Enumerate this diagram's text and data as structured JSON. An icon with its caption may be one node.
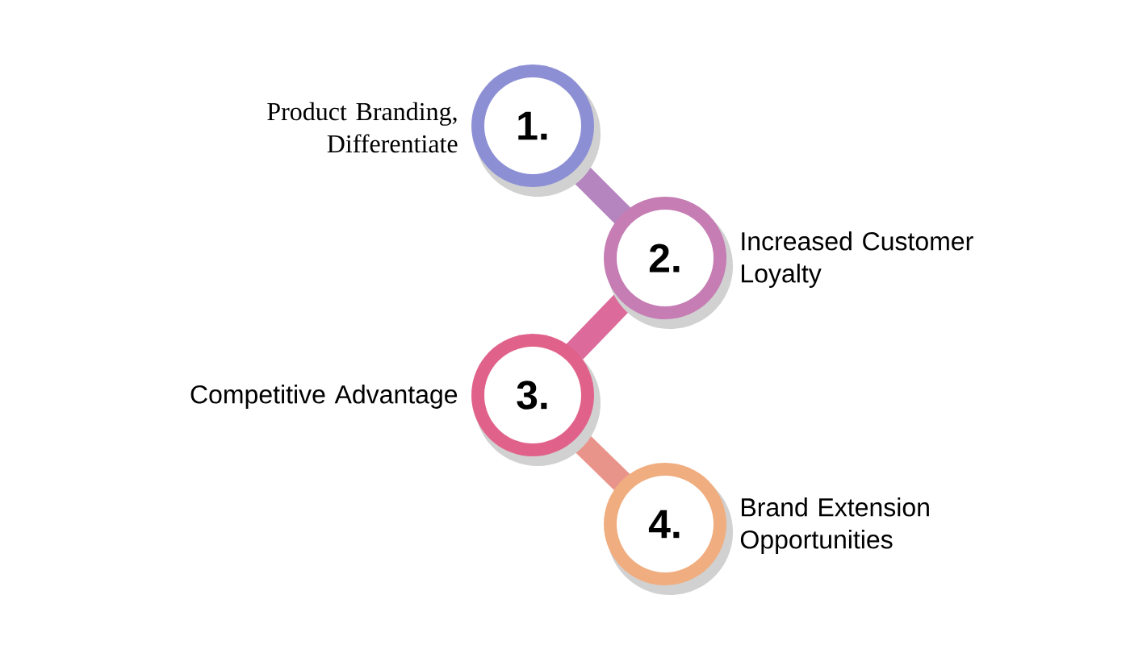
{
  "diagram": {
    "nodes": [
      {
        "text": [
          "1."
        ],
        "beside": [
          "Product Branding, Differentiate"
        ]
      },
      {
        "text": [
          "2."
        ],
        "beside": [
          "Increased Customer Loyalty"
        ]
      },
      {
        "text": [
          "3."
        ],
        "beside": [
          "Competitive Advantage"
        ]
      },
      {
        "text": [
          "4."
        ],
        "beside": [
          "Brand Extension Opportunities"
        ]
      }
    ],
    "edges": [
      {
        "from": 0,
        "to": 1,
        "arrow": "none",
        "color": "#b585c0"
      },
      {
        "from": 1,
        "to": 2,
        "arrow": "none",
        "color": "#dc6a9a"
      },
      {
        "from": 2,
        "to": 3,
        "arrow": "none",
        "color": "#e8948a"
      }
    ]
  }
}
